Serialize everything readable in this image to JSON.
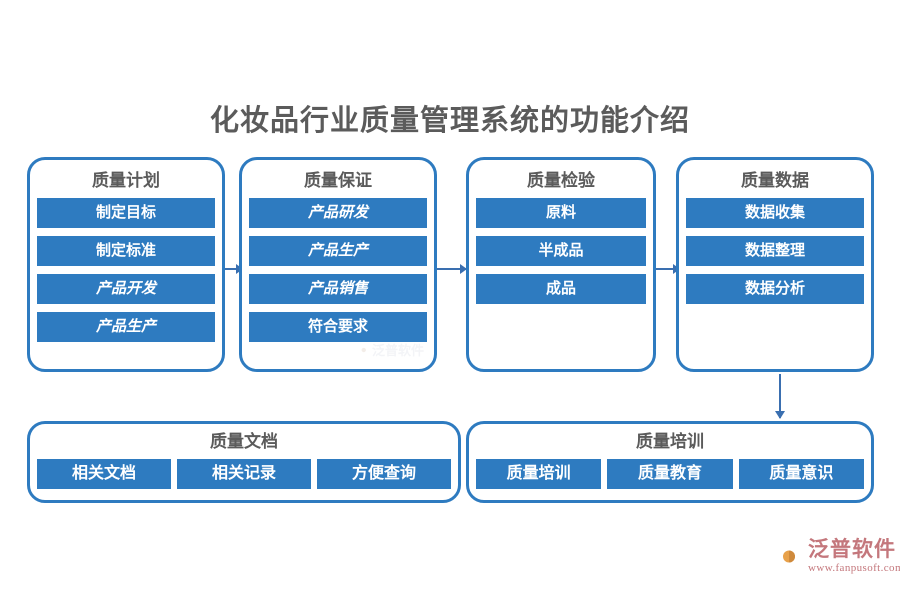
{
  "title": "化妆品行业质量管理系统的功能介绍",
  "colors": {
    "chip_blue": "#2E7BC0",
    "card_border": "#2E7BC0",
    "title_gray": "#5b5b5b",
    "arrow_blue": "#3a6fb0",
    "brand_red": "#c4777c",
    "background": "#ffffff"
  },
  "columns": [
    {
      "title": "质量计划",
      "items": [
        {
          "label": "制定目标",
          "italic": false
        },
        {
          "label": "制定标准",
          "italic": false
        },
        {
          "label": "产品开发",
          "italic": true
        },
        {
          "label": "产品生产",
          "italic": true
        }
      ]
    },
    {
      "title": "质量保证",
      "items": [
        {
          "label": "产品研发",
          "italic": true
        },
        {
          "label": "产品生产",
          "italic": true
        },
        {
          "label": "产品销售",
          "italic": true
        },
        {
          "label": "符合要求",
          "italic": false
        }
      ]
    },
    {
      "title": "质量检验",
      "items": [
        {
          "label": "原料",
          "italic": false
        },
        {
          "label": "半成品",
          "italic": false
        },
        {
          "label": "成品",
          "italic": false
        }
      ]
    },
    {
      "title": "质量数据",
      "items": [
        {
          "label": "数据收集",
          "italic": false
        },
        {
          "label": "数据整理",
          "italic": false
        },
        {
          "label": "数据分析",
          "italic": false
        }
      ]
    }
  ],
  "bottom": [
    {
      "title": "质量文档",
      "items": [
        {
          "label": "相关文档"
        },
        {
          "label": "相关记录"
        },
        {
          "label": "方便查询"
        }
      ]
    },
    {
      "title": "质量培训",
      "items": [
        {
          "label": "质量培训"
        },
        {
          "label": "质量教育"
        },
        {
          "label": "质量意识"
        }
      ]
    }
  ],
  "watermark": {
    "text": "泛普软件"
  },
  "brand": {
    "name": "泛普软件",
    "url": "www.fanpusoft.com"
  }
}
